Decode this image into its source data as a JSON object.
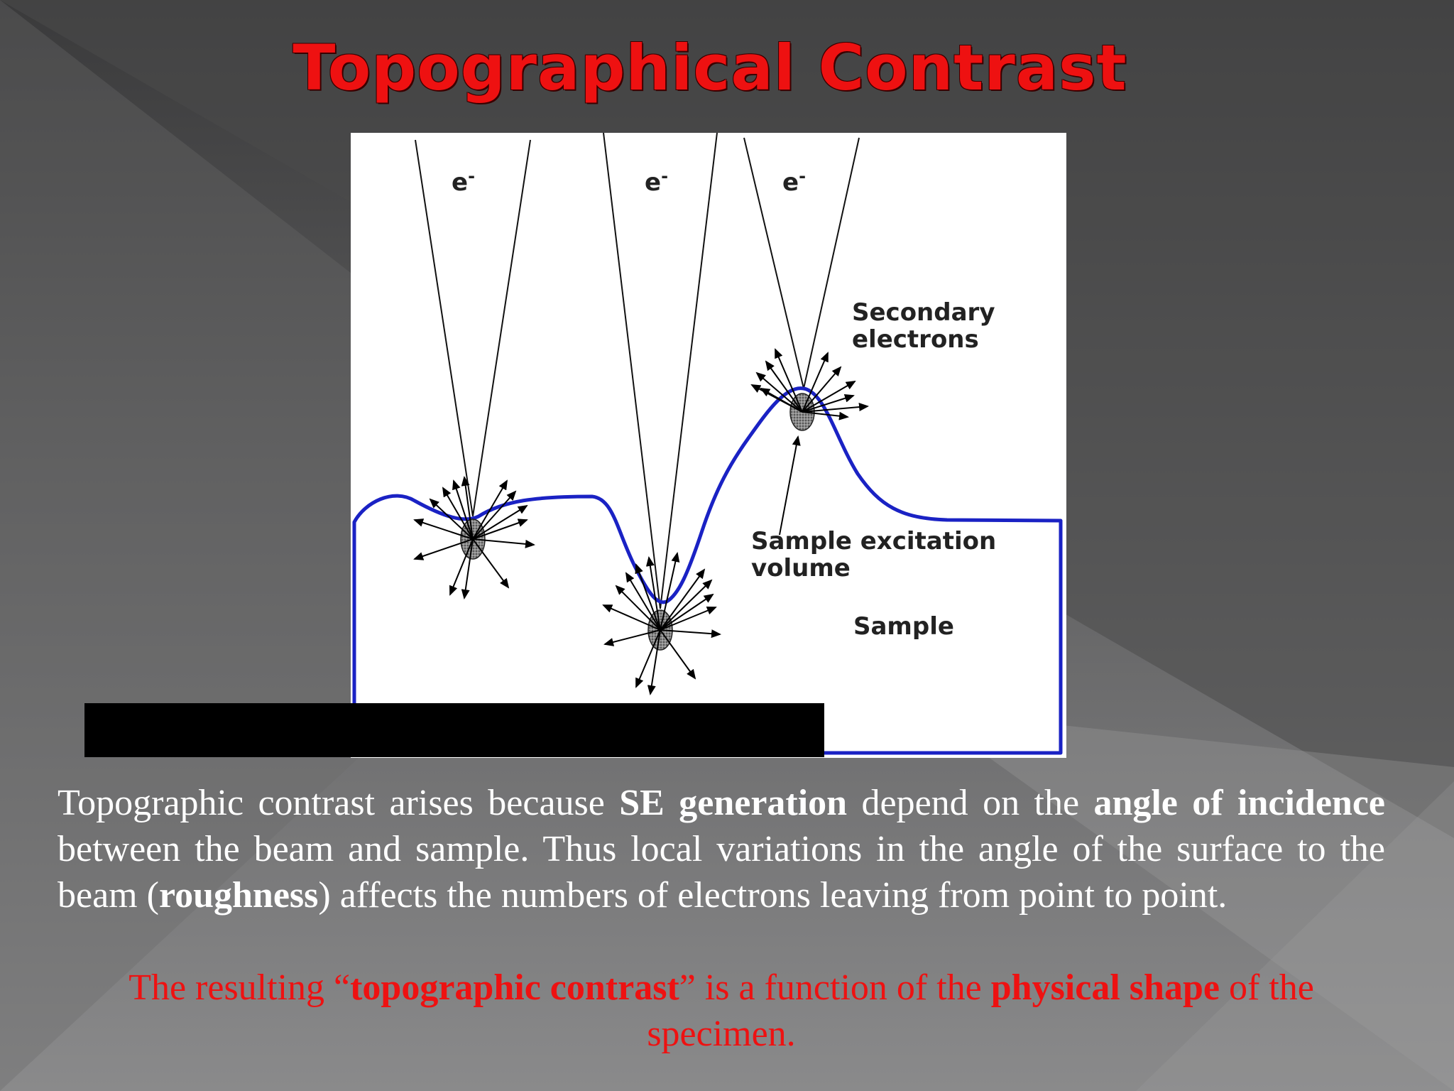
{
  "slide": {
    "title": "Topographical Contrast",
    "colors": {
      "title": "#ee1111",
      "emphasis": "#ee1111",
      "sample_outline": "#1a22c4"
    }
  },
  "diagram": {
    "beam_label": "e",
    "beam_label_sup": "-",
    "secondary_line1": "Secondary",
    "secondary_line2": "electrons",
    "excitation_line1": "Sample excitation",
    "excitation_line2": "volume",
    "sample_label": "Sample"
  },
  "body": {
    "p1_a": "Topographic contrast arises because ",
    "p1_b": "SE generation",
    "p1_c": " depend on the ",
    "p1_d": "angle of incidence",
    "p1_e": " between the beam and sample. Thus local variations in the angle of the surface to the beam (",
    "p1_f": "roughness",
    "p1_g": ") affects the numbers of electrons leaving from point to point.",
    "p2_a": "The resulting “",
    "p2_b": "topographic contrast",
    "p2_c": "” is a function of the ",
    "p2_d": "physical shape",
    "p2_e": " of the specimen."
  }
}
